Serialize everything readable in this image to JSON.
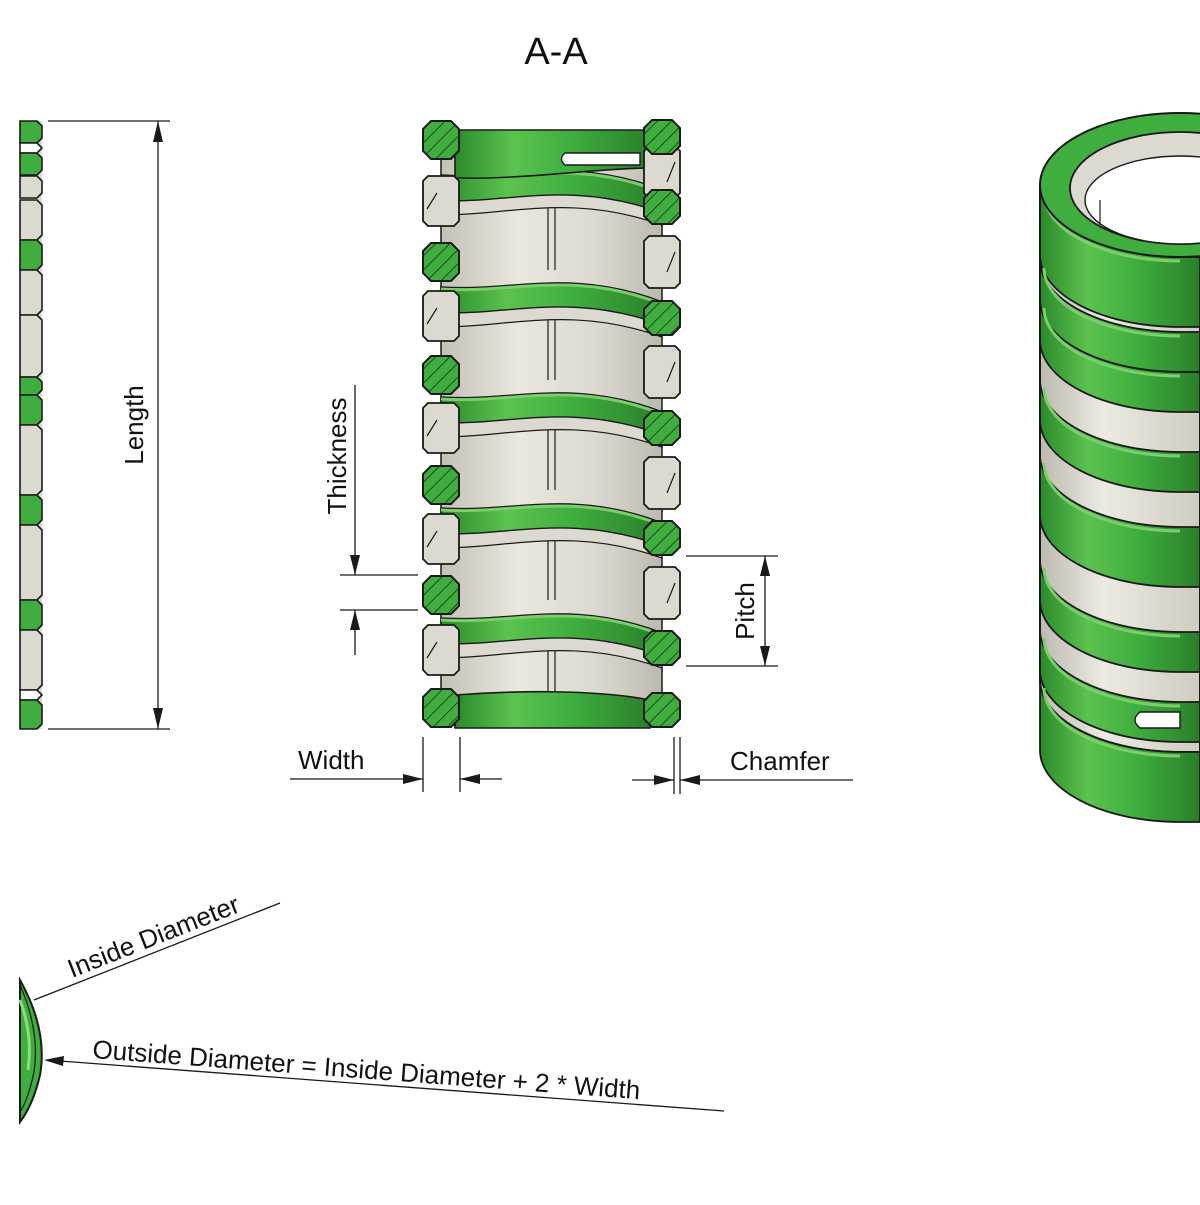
{
  "section_title": "A-A",
  "labels": {
    "length": "Length",
    "thickness": "Thickness",
    "pitch": "Pitch",
    "width": "Width",
    "chamfer": "Chamfer",
    "inside_diameter": "Inside Diameter",
    "outside_diameter": "Outside Diameter = Inside Diameter + 2 * Width"
  },
  "colors": {
    "coil_green": "#3fae3f",
    "coil_green_dark": "#2b8a2b",
    "coil_green_light": "#79d06a",
    "sleeve_grey": "#dcdad0",
    "sleeve_grey_dark": "#b9b6aa",
    "line": "#1a1a1a"
  },
  "icons": {
    "dimension_arrow": "arrow-head-icon"
  }
}
